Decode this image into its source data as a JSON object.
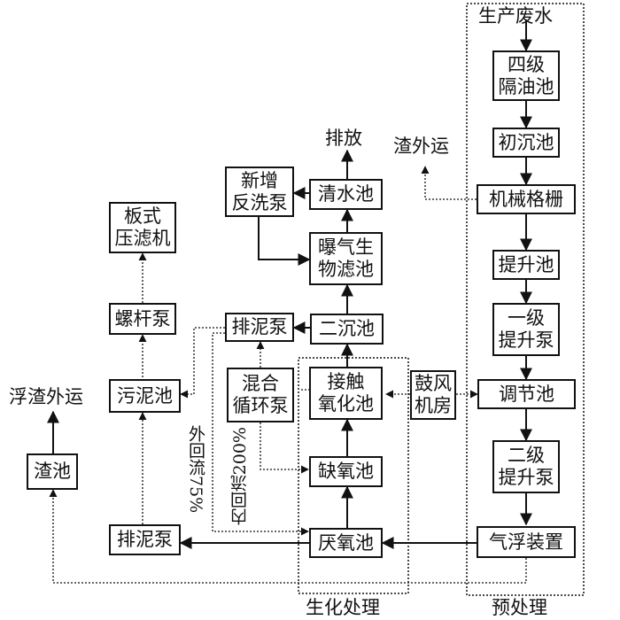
{
  "nodes": {
    "wastewater": "生产废水",
    "oil_separator": "四级\n隔油池",
    "primary_settling": "初沉池",
    "grille": "机械格栅",
    "lift_pond": "提升池",
    "lift_pump_1": "一级\n提升泵",
    "equalization": "调节池",
    "lift_pump_2": "二级\n提升泵",
    "air_flotation": "气浮装置",
    "blower": "鼓风\n机房",
    "anaerobic": "厌氧池",
    "anoxic": "缺氧池",
    "contact_oxidation": "接触\n氧化池",
    "secondary_settling": "二沉池",
    "baf": "曝气生\n物滤池",
    "clear_water": "清水池",
    "backwash_pump": "新增\n反洗泵",
    "mixed_pump": "混合\n循环泵",
    "sludge_pump_top": "排泥泵",
    "sludge_pump_bottom": "排泥泵",
    "sludge_pond": "污泥池",
    "screw_pump": "螺杆泵",
    "filter_press": "板式\n压滤机",
    "slag_pond": "渣池"
  },
  "labels": {
    "discharge": "排放",
    "slag_out": "渣外运",
    "scum_out": "浮渣外运",
    "external_reflux": "外回流75%",
    "internal_reflux": "内回流200%",
    "biochem": "生化处理",
    "pretreatment": "预处理"
  }
}
